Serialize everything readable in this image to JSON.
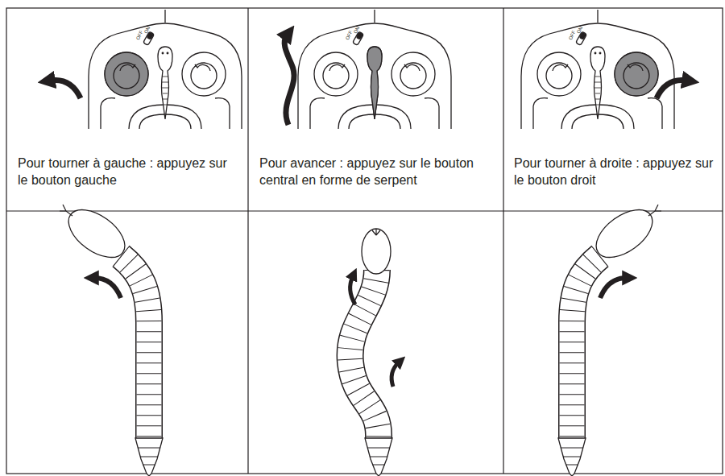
{
  "diagram": {
    "labels": [
      "OFF",
      "ON",
      "Pour tourner à gauche : appuyez sur le bouton gauche",
      "OFF",
      "ON",
      "Pour avancer : appuyez sur le bouton central en forme de serpent",
      "OFF",
      "ON",
      "Pour tourner à droite : appuyez sur le bouton droit"
    ]
  }
}
